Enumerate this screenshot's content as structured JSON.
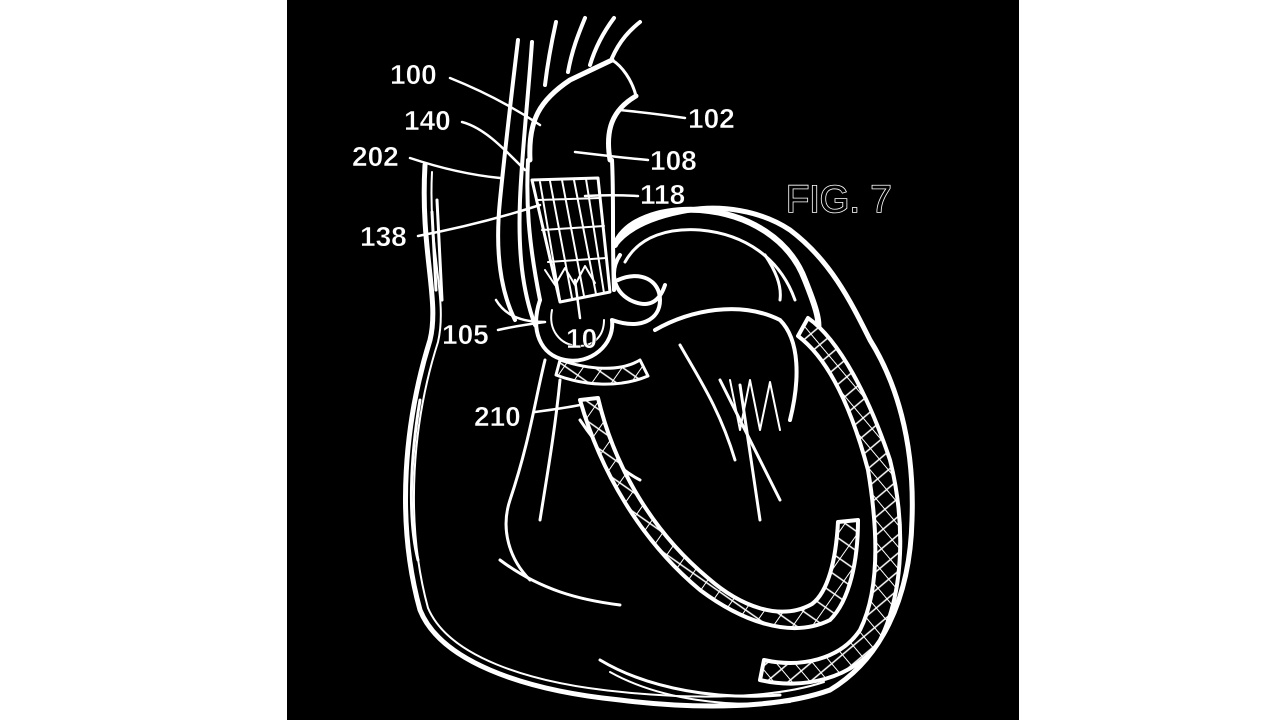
{
  "figure": {
    "title": "FIG. 7",
    "colors": {
      "panel_background": "#000000",
      "page_background": "#ffffff",
      "line": "#ffffff"
    },
    "labels": [
      {
        "id": "100",
        "text": "100"
      },
      {
        "id": "140",
        "text": "140"
      },
      {
        "id": "202",
        "text": "202"
      },
      {
        "id": "138",
        "text": "138"
      },
      {
        "id": "105",
        "text": "105"
      },
      {
        "id": "10",
        "text": "10"
      },
      {
        "id": "210",
        "text": "210"
      },
      {
        "id": "102",
        "text": "102"
      },
      {
        "id": "108",
        "text": "108"
      },
      {
        "id": "118",
        "text": "118"
      }
    ]
  }
}
